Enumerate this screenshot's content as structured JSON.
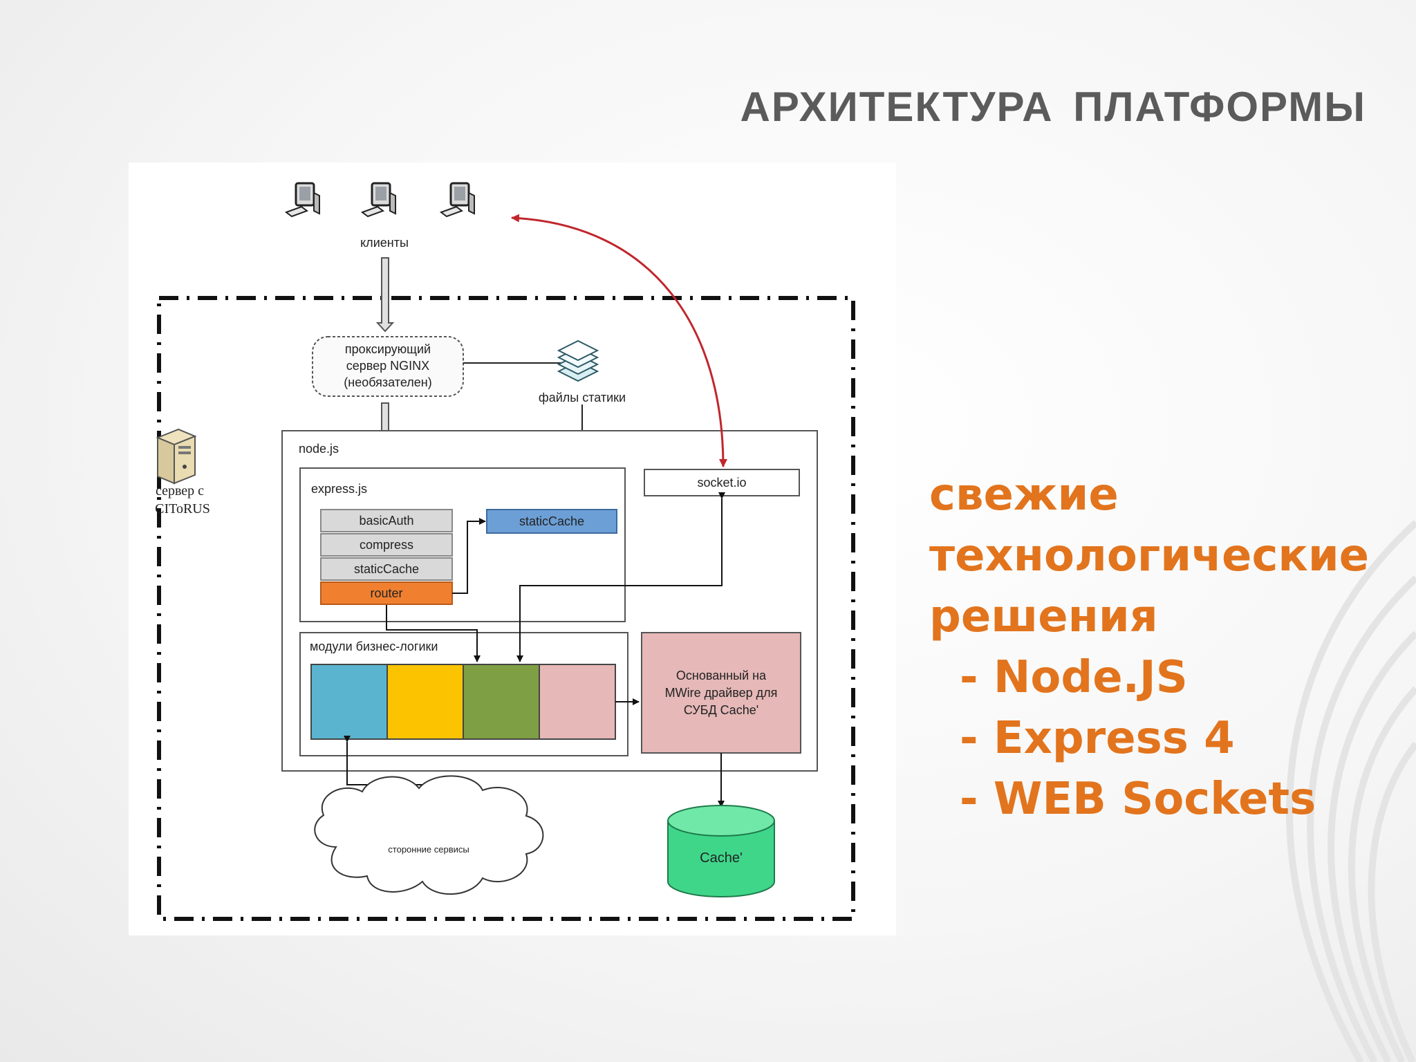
{
  "title": "АРХИТЕКТУРА ПЛАТФОРМЫ",
  "colors": {
    "accent": "#e2741d",
    "title_gray": "#5b5b5b",
    "router": "#f08030",
    "static_cache_blue": "#6c9fd6",
    "module_blue": "#5ab4cf",
    "module_yellow": "#fcc400",
    "module_green": "#7f9f44",
    "module_pink": "#e6b8b8",
    "db_green": "#3fd68a",
    "arrow_red": "#c0262c"
  },
  "diagram": {
    "clients_label": "клиенты",
    "proxy_label": [
      "проксирующий",
      "сервер NGINX",
      "(необязателен)"
    ],
    "static_files_label": "файлы статики",
    "server_label": [
      "сервер с",
      "CIToRUS"
    ],
    "nodejs_label": "node.js",
    "expressjs_label": "express.js",
    "middleware": [
      "basicAuth",
      "compress",
      "staticCache",
      "router"
    ],
    "static_cache_box": "staticCache",
    "socketio_label": "socket.io",
    "modules_label": "модули бизнес-логики",
    "driver_label": [
      "Основанный на",
      "MWire драйвер для",
      "СУБД Cache'"
    ],
    "third_party_label": "сторонние сервисы",
    "db_label": "Cache'"
  },
  "bullets": {
    "lines": [
      "свежие",
      "технологические",
      "решения"
    ],
    "items": [
      "- Node.JS",
      "- Express 4",
      "- WEB Sockets"
    ]
  }
}
